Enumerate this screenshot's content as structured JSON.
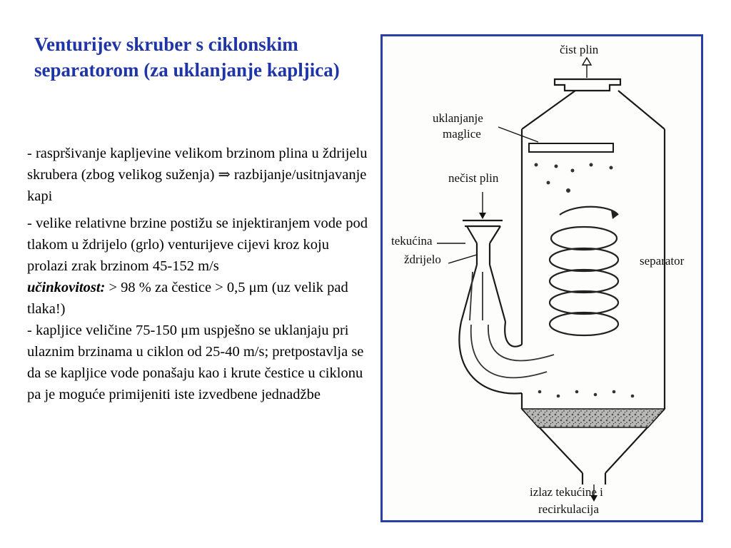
{
  "slide": {
    "title": "Venturijev skruber s ciklonskim separatorom (za uklanjanje kapljica)",
    "paragraph1": "- raspršivanje  kapljevine velikom brzinom plina u ždrijelu skrubera (zbog velikog suženja) ⇒ razbijanje/usitnjavanje kapi",
    "paragraph2": "- velike relativne brzine postižu se injektiranjem vode pod tlakom u ždrijelo (grlo) venturijeve cijevi kroz koju prolazi zrak brzinom 45-152 m/s",
    "efficiency_label": "učinkovitost:",
    "efficiency_text": " > 98 % za čestice > 0,5 μm (uz velik pad tlaka!)",
    "paragraph3": "- kapljice veličine 75-150 μm uspješno se uklanjaju pri ulaznim brzinama u ciklon od 25-40 m/s; pretpostavlja se da se kapljice vode ponašaju kao i krute čestice u ciklonu pa je moguće primijeniti iste izvedbene jednadžbe"
  },
  "diagram": {
    "labels": {
      "clean_gas": "čist plin",
      "mist_removal_1": "uklanjanje",
      "mist_removal_2": "maglice",
      "dirty_gas": "nečist plin",
      "liquid": "tekućina",
      "throat": "ždrijelo",
      "separator": "separator",
      "outlet_1": "izlaz tekućine i",
      "outlet_2": "recirkulacija"
    }
  }
}
